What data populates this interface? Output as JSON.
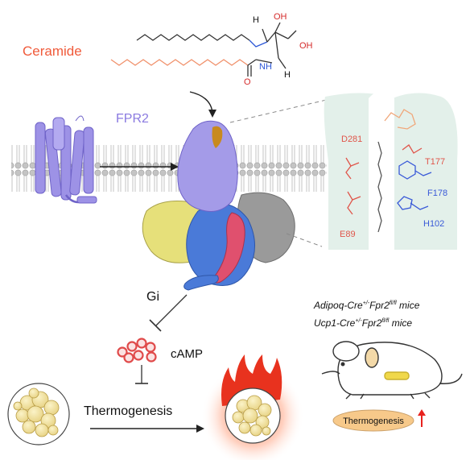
{
  "labels": {
    "ceramide": "Ceramide",
    "fpr2": "FPR2",
    "gi": "Gi",
    "camp": "cAMP",
    "thermogenesis_left": "Thermogenesis",
    "thermogenesis_badge": "Thermogenesis",
    "mouse_line1": "Adipoq-Cre",
    "mouse_line1_sup1": "+/-",
    "mouse_line1_mid": "Fpr2",
    "mouse_line1_sup2": "fl/fl",
    "mouse_line1_end": " mice",
    "mouse_line2": "Ucp1-Cre",
    "mouse_line2_sup1": "+/-",
    "mouse_line2_mid": "Fpr2",
    "mouse_line2_sup2": "fl/fl",
    "mouse_line2_end": " mice",
    "chem_h1": "H",
    "chem_h2": "H",
    "chem_oh1": "OH",
    "chem_oh2": "OH",
    "chem_nh": "NH",
    "chem_o": "O"
  },
  "residues": {
    "d281": "D281",
    "e89": "E89",
    "t177": "T177",
    "f178": "F178",
    "h102": "H102"
  },
  "colors": {
    "ceramide_orange": "#f05a3a",
    "fpr2_purple": "#8a7ae0",
    "residue_red": "#e0554a",
    "residue_blue": "#3a5ad8",
    "membrane_gray": "#b8b8b8",
    "pocket_green": "#e3f0ea",
    "g_yellow": "#e6e07a",
    "g_blue": "#4a7ad8",
    "g_pink": "#e0506e",
    "g_gray": "#9a9a9a",
    "camp_red": "#e04a4a",
    "fat_yellow": "#f3e7a3",
    "flame_red": "#e8321e",
    "badge_orange": "#f7c98a",
    "arrow_red": "#e8221e"
  },
  "icons": [
    "inhibition-arrow-icon",
    "up-arrow-icon",
    "flame-icon",
    "mouse-icon",
    "fat-cell-icon"
  ]
}
